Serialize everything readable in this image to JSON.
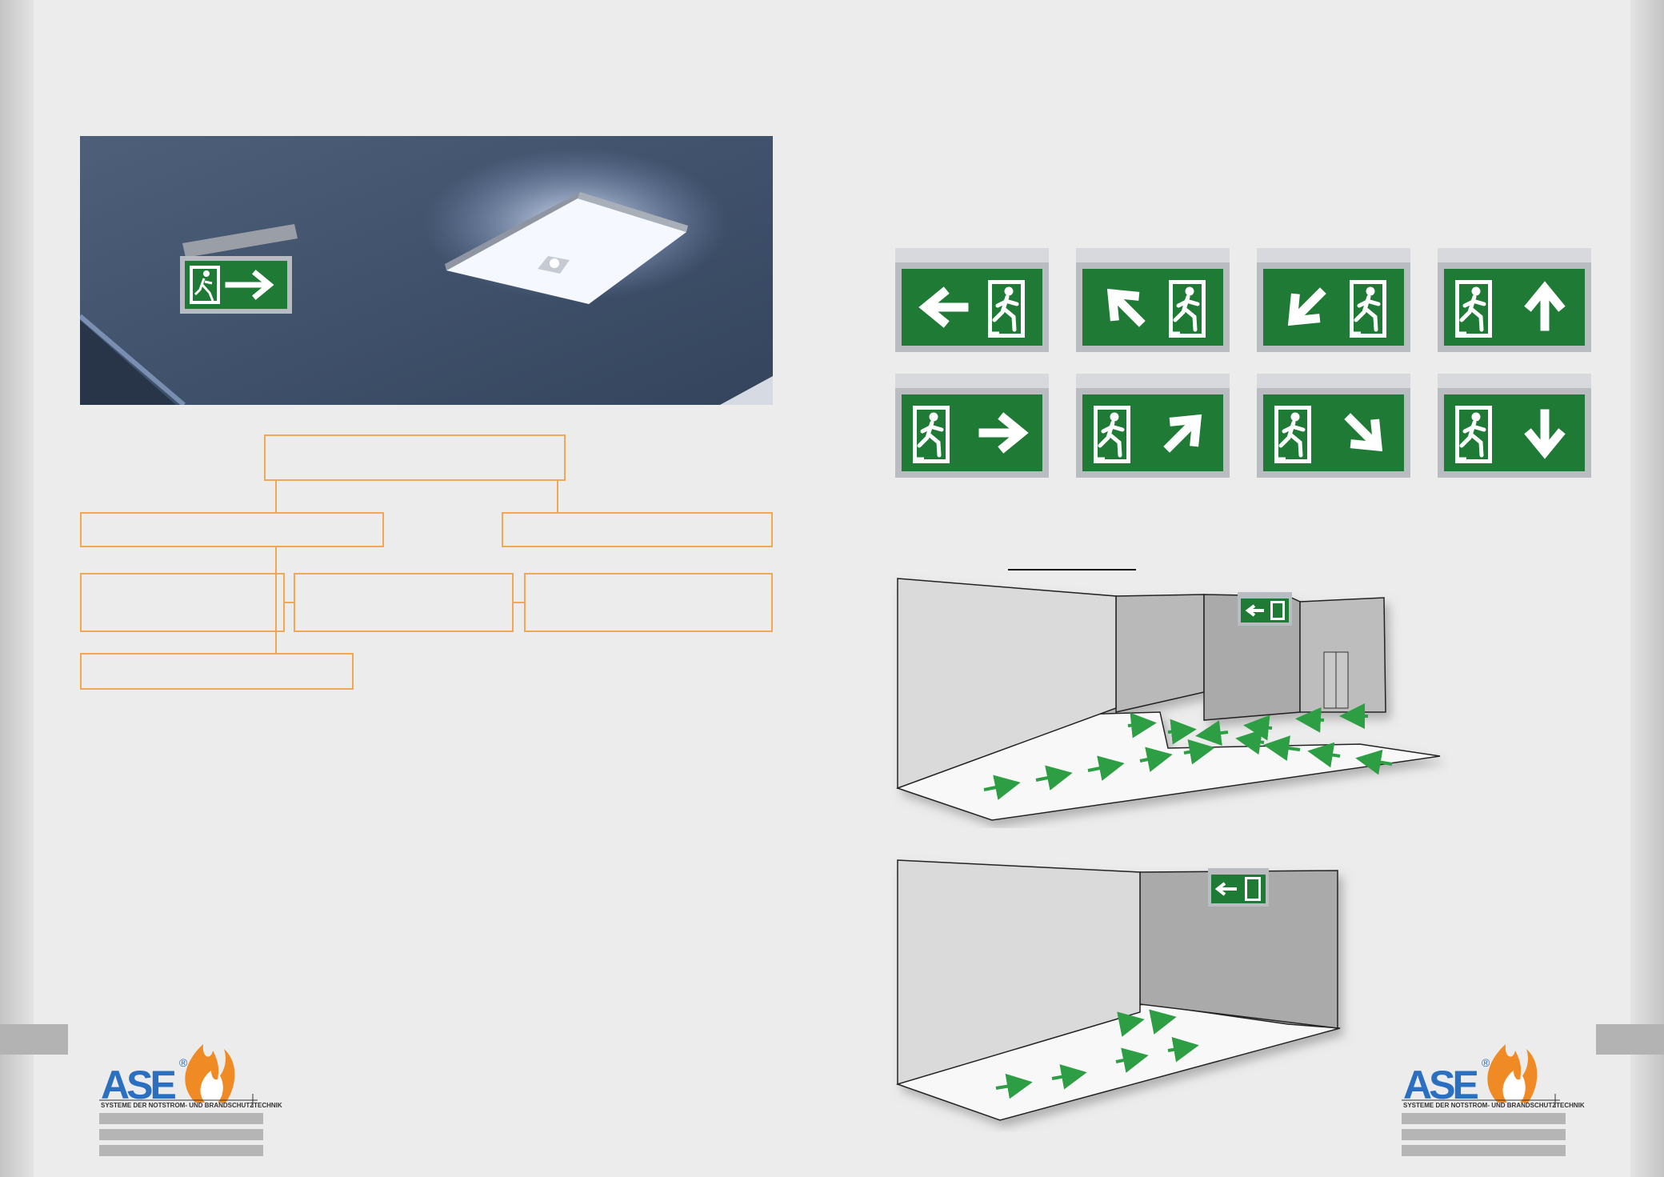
{
  "logo": {
    "wordmark": "ASE",
    "registered": "®",
    "tagline": "SYSTEME DER NOTSTROM- UND BRANDSCHUTZTECHNIK"
  },
  "photo": {
    "subject": "ceiling-mounted exit sign and square ceiling luminaire"
  },
  "sign_directions": [
    "left",
    "up-left",
    "down-left",
    "up",
    "right",
    "up-right",
    "down-right",
    "down"
  ],
  "colors": {
    "sign_green": "#1f7a36",
    "box_orange": "#f0a855",
    "arrow_green": "#2e9e44",
    "panel_gray": "#b3b3b3"
  }
}
